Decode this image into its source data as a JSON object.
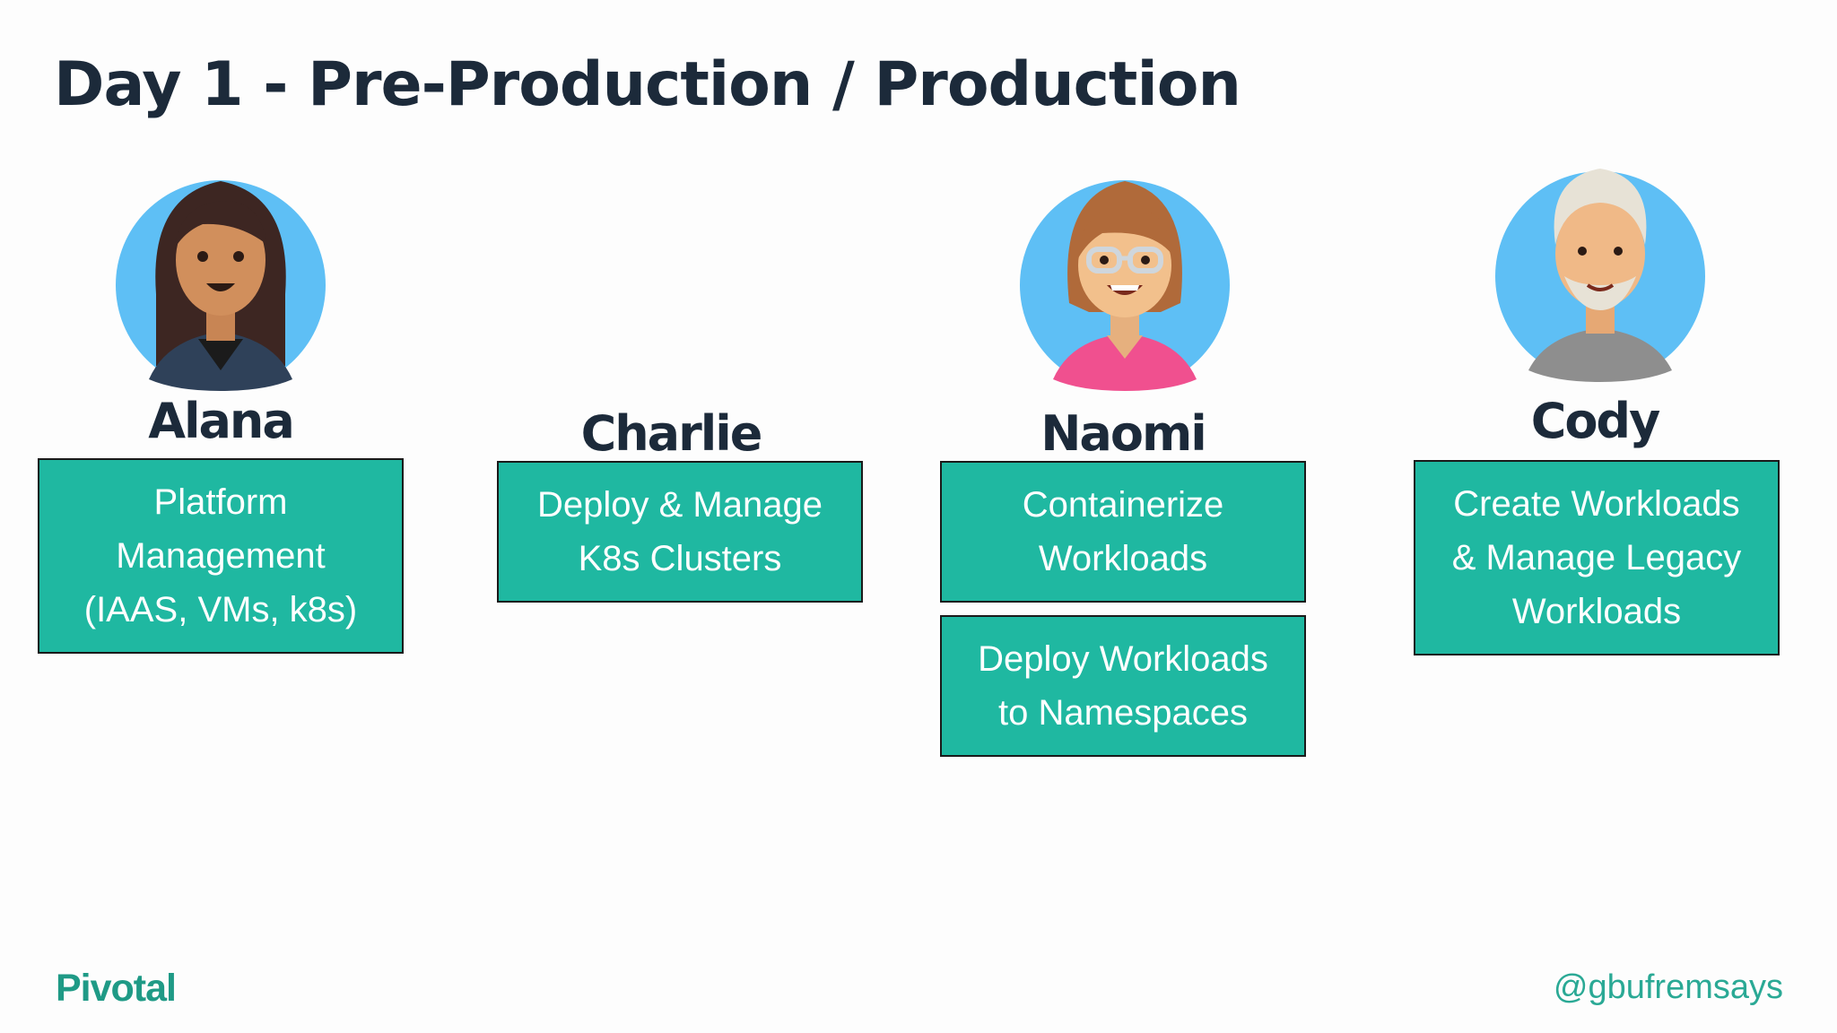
{
  "slide": {
    "title": "Day 1 - Pre-Production / Production",
    "personas": [
      {
        "name": "Alana",
        "tasks": [
          "Platform\nManagement\n(IAAS, VMs, k8s)"
        ]
      },
      {
        "name": "Charlie",
        "tasks": [
          "Deploy & Manage\nK8s Clusters"
        ]
      },
      {
        "name": "Naomi",
        "tasks": [
          "Containerize\nWorkloads",
          "Deploy Workloads\nto Namespaces"
        ]
      },
      {
        "name": "Cody",
        "tasks": [
          "Create Workloads\n& Manage Legacy\nWorkloads"
        ]
      }
    ],
    "footer": {
      "logo": "Pivotal",
      "handle": "@gbufremsays"
    },
    "colors": {
      "box": "#1fb8a1",
      "avatar_bg": "#5ebff5",
      "title": "#1c2a3a",
      "brand": "#1f9a86"
    }
  }
}
